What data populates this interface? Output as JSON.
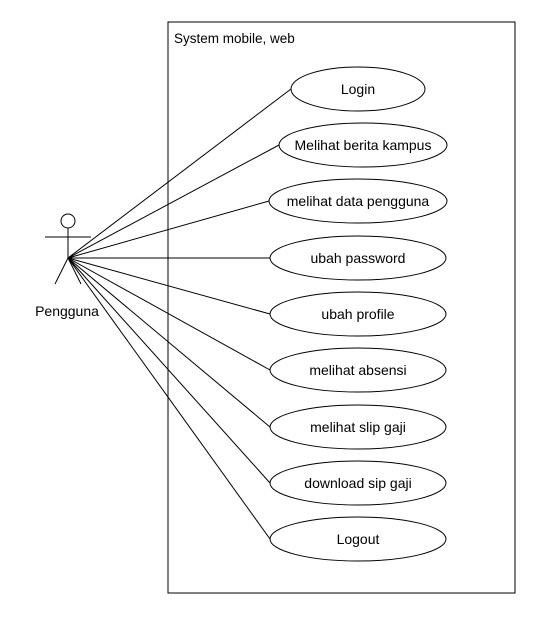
{
  "system": {
    "title": "System mobile, web"
  },
  "actor": {
    "label": "Pengguna"
  },
  "use_cases": [
    {
      "id": "login",
      "label": "Login"
    },
    {
      "id": "melihat-berita-kampus",
      "label": "Melihat berita kampus"
    },
    {
      "id": "melihat-data-pengguna",
      "label": "melihat data pengguna"
    },
    {
      "id": "ubah-password",
      "label": "ubah password"
    },
    {
      "id": "ubah-profile",
      "label": "ubah profile"
    },
    {
      "id": "melihat-absensi",
      "label": "melihat absensi"
    },
    {
      "id": "melihat-slip-gaji",
      "label": "melihat slip gaji"
    },
    {
      "id": "download-sip-gaji",
      "label": "download sip gaji"
    },
    {
      "id": "logout",
      "label": "Logout"
    }
  ],
  "colors": {
    "stroke": "#000000",
    "fill": "#ffffff"
  }
}
